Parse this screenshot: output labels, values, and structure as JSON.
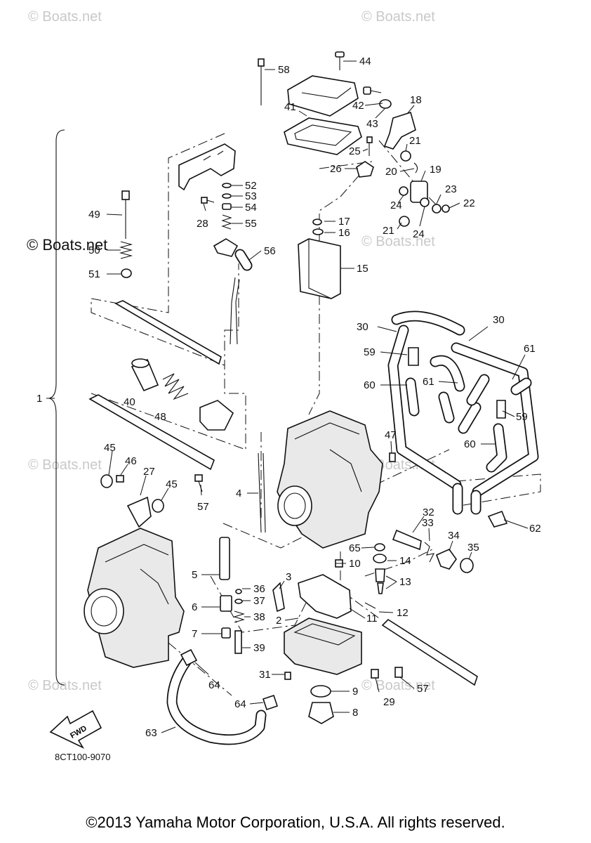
{
  "watermarks": {
    "light": "© Boats.net",
    "dark": "© Boats.net"
  },
  "callouts": {
    "p1": "1",
    "p2": "2",
    "p3": "3",
    "p4": "4",
    "p5": "5",
    "p6": "6",
    "p7": "7",
    "p8": "8",
    "p9": "9",
    "p10": "10",
    "p11": "11",
    "p12": "12",
    "p13": "13",
    "p14": "14",
    "p15": "15",
    "p16": "16",
    "p17": "17",
    "p18": "18",
    "p19": "19",
    "p20": "20",
    "p21a": "21",
    "p21b": "21",
    "p22": "22",
    "p23": "23",
    "p24a": "24",
    "p24b": "24",
    "p25": "25",
    "p26": "26",
    "p27": "27",
    "p28": "28",
    "p29": "29",
    "p30a": "30",
    "p30b": "30",
    "p31": "31",
    "p32": "32",
    "p33": "33",
    "p34": "34",
    "p35": "35",
    "p36": "36",
    "p37": "37",
    "p38": "38",
    "p39": "39",
    "p40": "40",
    "p41": "41",
    "p42": "42",
    "p43": "43",
    "p44": "44",
    "p45a": "45",
    "p45b": "45",
    "p46": "46",
    "p47": "47",
    "p48": "48",
    "p49": "49",
    "p50": "50",
    "p51": "51",
    "p52": "52",
    "p53": "53",
    "p54": "54",
    "p55": "55",
    "p56": "56",
    "p57a": "57",
    "p57b": "57",
    "p58": "58",
    "p59a": "59",
    "p59b": "59",
    "p60a": "60",
    "p60b": "60",
    "p61a": "61",
    "p61b": "61",
    "p62": "62",
    "p63": "63",
    "p64a": "64",
    "p64b": "64",
    "p65": "65"
  },
  "fwd_label": "FWD",
  "diagram_code": "8CT100-9070",
  "copyright": "©2013 Yamaha Motor Corporation, U.S.A. All rights reserved."
}
